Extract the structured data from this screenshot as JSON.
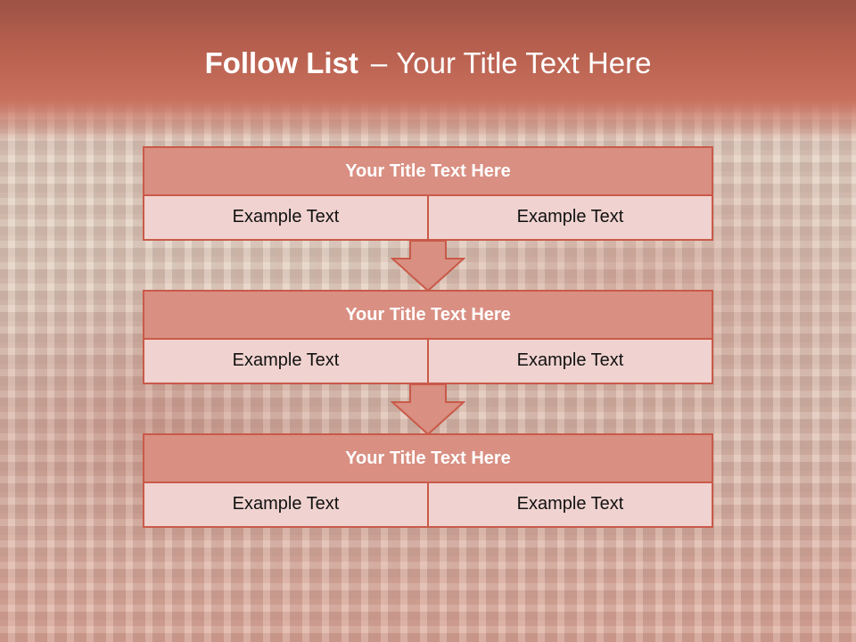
{
  "slide": {
    "title_bold": "Follow List",
    "title_dash": "–",
    "title_rest": "Your Title Text Here"
  },
  "blocks": [
    {
      "heading": "Your Title Text Here",
      "left": "Example Text",
      "right": "Example Text"
    },
    {
      "heading": "Your Title Text Here",
      "left": "Example Text",
      "right": "Example Text"
    },
    {
      "heading": "Your Title Text Here",
      "left": "Example Text",
      "right": "Example Text"
    }
  ],
  "colors": {
    "header": "#c46a59",
    "block_head": "#d98f82",
    "block_border": "#c95a49",
    "cell_fill": "#f0d3d0"
  }
}
